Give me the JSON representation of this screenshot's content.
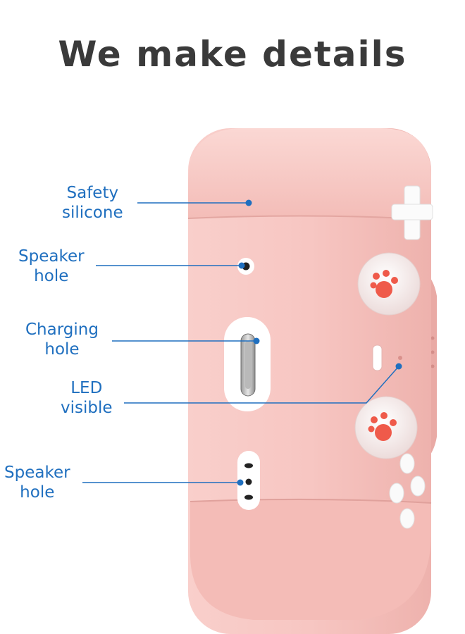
{
  "title": "We make details",
  "accent_color": "#1f6fbf",
  "product_color": "#f6c3bf",
  "callouts": [
    {
      "id": "safety-silicone",
      "lines": [
        "Safety",
        "silicone"
      ]
    },
    {
      "id": "speaker-hole-top",
      "lines": [
        "Speaker",
        "hole"
      ]
    },
    {
      "id": "charging-hole",
      "lines": [
        "Charging",
        "hole"
      ]
    },
    {
      "id": "led-visible",
      "lines": [
        "LED",
        "visible"
      ]
    },
    {
      "id": "speaker-hole-bottom",
      "lines": [
        "Speaker",
        "hole"
      ]
    }
  ]
}
